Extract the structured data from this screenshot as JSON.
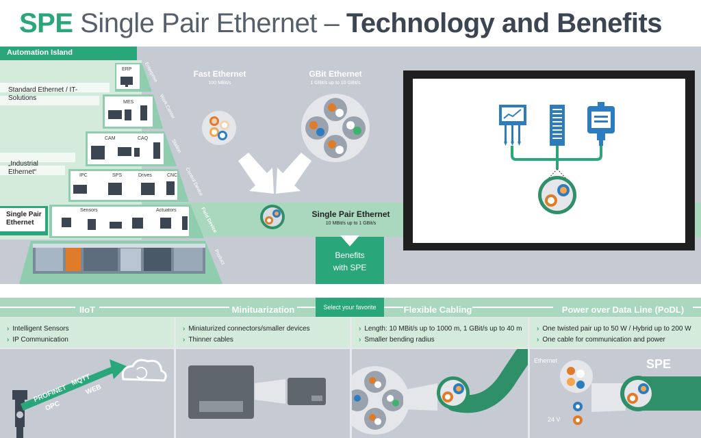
{
  "title": {
    "prefix": "SPE",
    "middle": " Single Pair Ethernet – ",
    "bold": "Technology and Benefits"
  },
  "pyramid": {
    "header": "Automation Island",
    "left_labels": {
      "standard": "Standard Ethernet / IT-Solutions",
      "industrial": "„Industrial Ethernet“",
      "spe": "Single Pair Ethernet"
    },
    "level_names": [
      "Enterprise",
      "Work Center",
      "Station",
      "Control Device",
      "Field Device",
      "Product"
    ],
    "items": {
      "erp": "ERP",
      "mes": "MES",
      "cam": "CAM",
      "caq": "CAQ",
      "ipc": "IPC",
      "sps": "SPS",
      "drives": "Drives",
      "cnc": "CNC",
      "sensors": "Sensors",
      "actuators": "Actuators"
    }
  },
  "cables": {
    "fast": {
      "label": "Fast Ethernet",
      "speed": "100 MBit/s"
    },
    "gbit": {
      "label": "GBit Ethernet",
      "speed": "1 GBit/s up to 10 GBit/s"
    },
    "spe": {
      "label": "Single Pair Ethernet",
      "speed": "10 MBit/s up to 1 GBit/s"
    }
  },
  "benefits": {
    "line1": "Benefits",
    "line2": "with SPE",
    "select": "Select your favorite"
  },
  "categories": [
    {
      "title": "IIoT",
      "bullets": [
        "Intelligent Sensors",
        "IP Communication"
      ]
    },
    {
      "title": "Minituarization",
      "bullets": [
        "Miniaturized connectors/smaller devices",
        "Thinner cables"
      ]
    },
    {
      "title": "Flexible Cabling",
      "bullets": [
        "Length: 10 MBit/s up to 1000 m, 1 GBit/s up to 40 m",
        "Smaller bending radius"
      ]
    },
    {
      "title": "Power over Data Line (PoDL)",
      "bullets": [
        "One twisted pair up to 50 W / Hybrid up to 200 W",
        "One cable for communication and power"
      ]
    }
  ],
  "iiot_words": [
    "PROFINET",
    "OPC",
    "MQTT",
    "WEB"
  ],
  "podl": {
    "ethernet": "Ethernet",
    "spe": "SPE",
    "volt": "24 V"
  },
  "colors": {
    "green": "#2aa77a",
    "dark_green": "#1e8f63",
    "light_green": "#a9d8bf",
    "grey": "#c6cbd3",
    "blue": "#2e7cc0"
  },
  "icons": [
    "monitor-icon",
    "arrow-down-icon",
    "cloud-sync-icon",
    "sensor-icon",
    "chart-device-icon",
    "server-rack-icon",
    "display-device-icon",
    "cable-cross-section-icon"
  ]
}
